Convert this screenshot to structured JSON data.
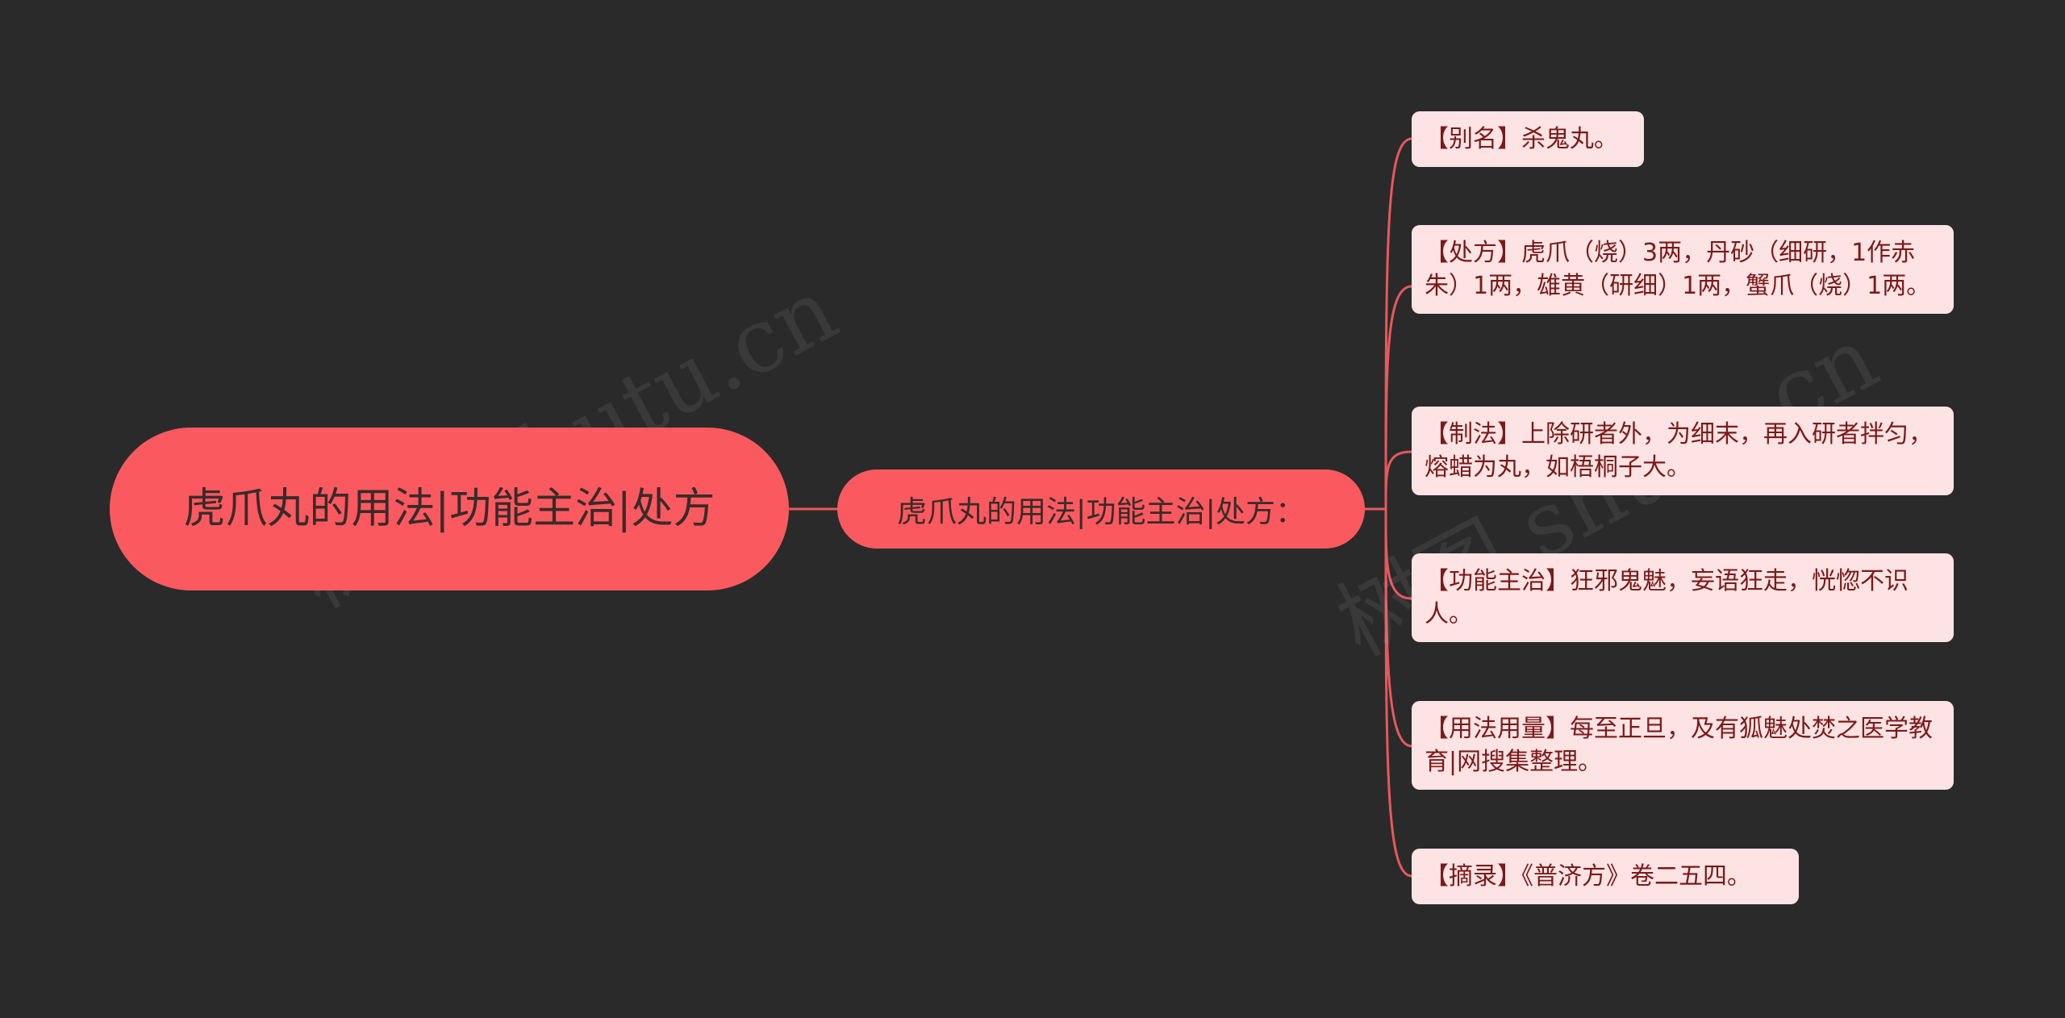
{
  "root": {
    "title": "虎爪丸的用法|功能主治|处方"
  },
  "branch": {
    "label": "虎爪丸的用法|功能主治|处方："
  },
  "leaves": [
    {
      "text": "【别名】杀鬼丸。"
    },
    {
      "text": "【处方】虎爪（烧）3两，丹砂（细研，1作赤朱）1两，雄黄（研细）1两，蟹爪（烧）1两。"
    },
    {
      "text": "【制法】上除研者外，为细末，再入研者拌匀，熔蜡为丸，如梧桐子大。"
    },
    {
      "text": "【功能主治】狂邪鬼魅，妄语狂走，恍惚不识人。"
    },
    {
      "text": "【用法用量】每至正旦，及有狐魅处焚之医学教育|网搜集整理。"
    },
    {
      "text": "【摘录】《普济方》卷二五四。"
    }
  ],
  "watermarks": [
    "树图 shutu.cn",
    "树图 shutu.cn"
  ],
  "colors": {
    "background": "#2a2a2a",
    "node": "#fa5a5f",
    "leaf_bg": "#fde3e3",
    "leaf_text": "#7a1a1a",
    "connector": "#e8585c"
  }
}
